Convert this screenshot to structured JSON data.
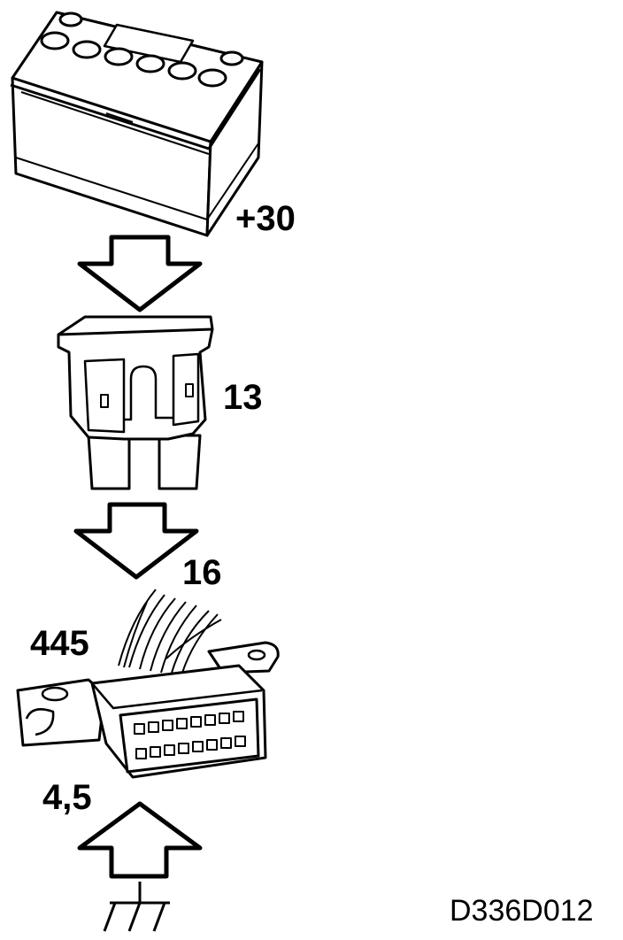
{
  "labels": {
    "battery_terminal": "+30",
    "fuse_number": "13",
    "connector_pin_power": "16",
    "connector_number": "445",
    "connector_pins_ground": "4,5",
    "figure_code": "D336D012"
  },
  "icons": {
    "battery": "battery-icon",
    "fuse": "fuse-icon",
    "connector": "obd-connector-icon",
    "ground": "ground-icon"
  },
  "colors": {
    "ink": "#000000",
    "paper": "#ffffff"
  }
}
